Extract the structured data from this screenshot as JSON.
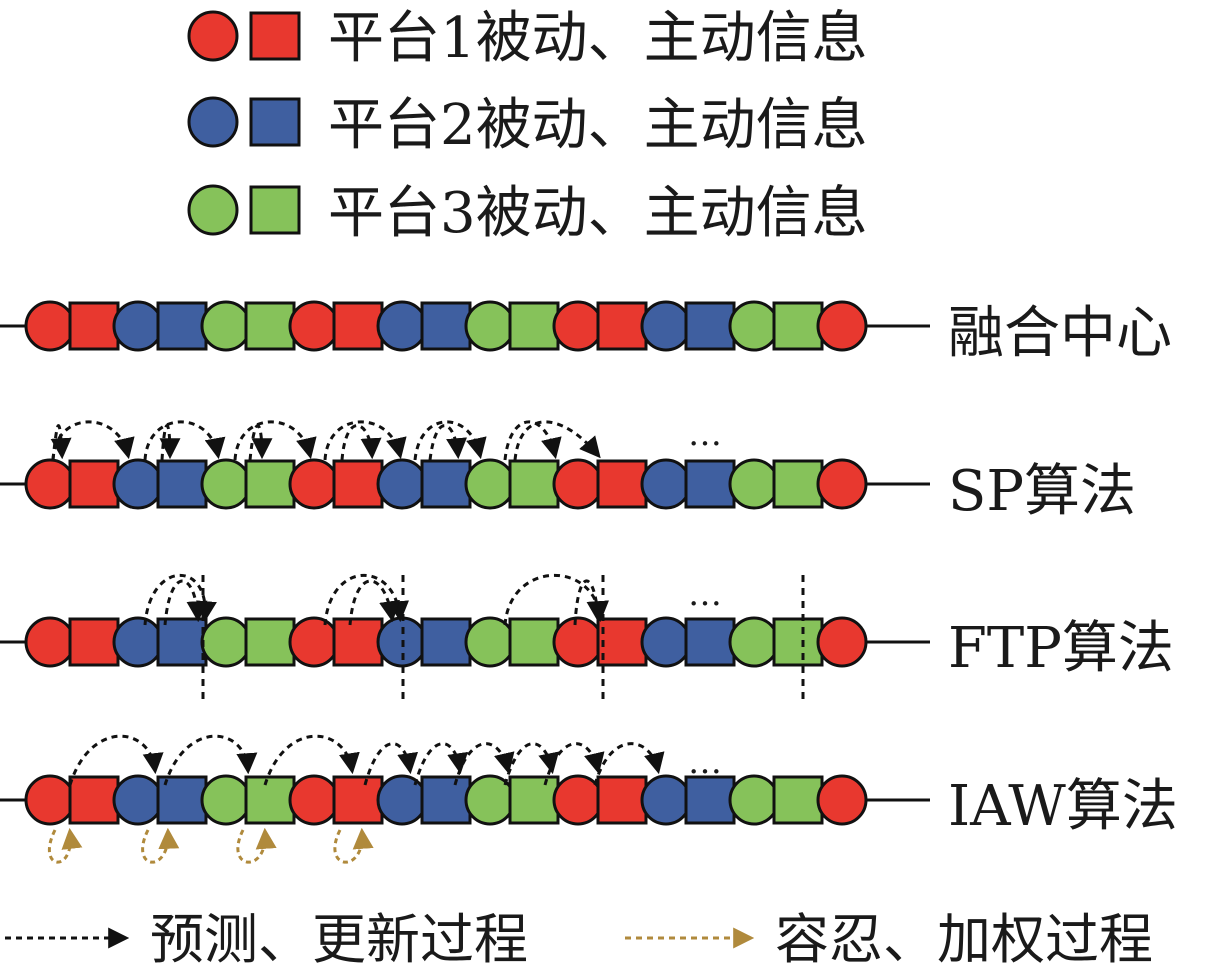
{
  "colors": {
    "red": "#e8382f",
    "blue": "#3f5fa0",
    "green": "#86c25a",
    "black": "#111111",
    "gold": "#b08a3c"
  },
  "legend_top": [
    {
      "color": "red",
      "text": "平台1被动、主动信息"
    },
    {
      "color": "blue",
      "text": "平台2被动、主动信息"
    },
    {
      "color": "green",
      "text": "平台3被动、主动信息"
    }
  ],
  "row_labels": {
    "fusion": "融合中心",
    "sp": "SP算法",
    "ftp": "FTP算法",
    "iaw": "IAW算法"
  },
  "sequence": [
    "red:circle",
    "red:square",
    "blue:circle",
    "blue:square",
    "green:circle",
    "green:square",
    "red:circle",
    "red:square",
    "blue:circle",
    "blue:square",
    "green:circle",
    "green:square",
    "red:circle",
    "red:square",
    "blue:circle",
    "blue:square",
    "green:circle",
    "green:square",
    "red:circle"
  ],
  "ellipsis": "…",
  "legend_bottom": {
    "predict_update": "预测、更新过程",
    "tolerance_weight": "容忍、加权过程"
  }
}
